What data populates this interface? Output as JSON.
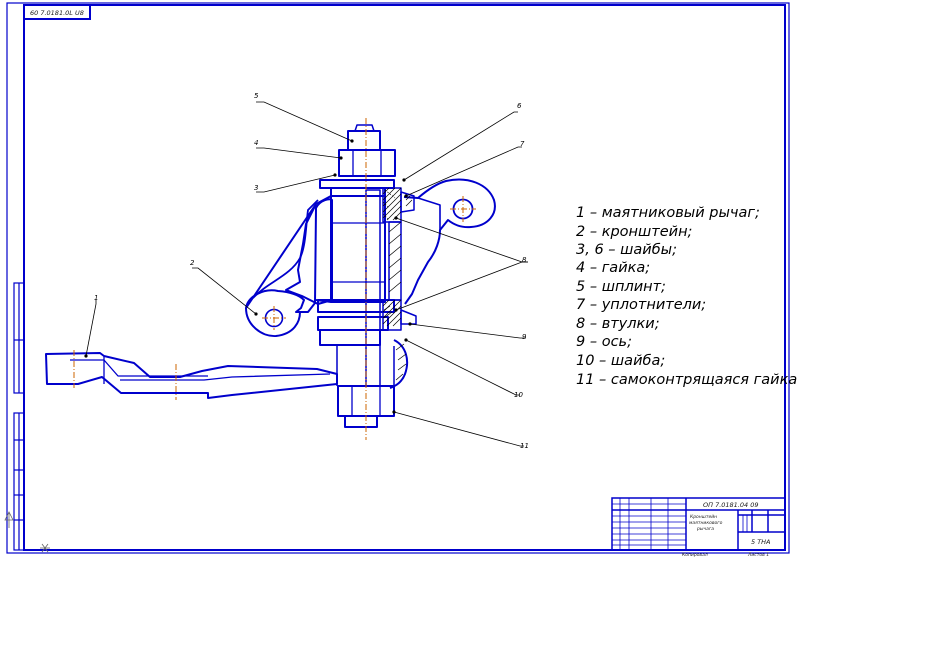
{
  "drawing": {
    "corner_code": "60 7.0181.0L U8",
    "part_list": [
      "1 – маятниковый рычаг;",
      "2 – кронштейн;",
      "3, 6 – шайбы;",
      "4 – гайка;",
      "5 – шплинт;",
      "7 – уплотнители;",
      "8 – втулки;",
      "9 – ось;",
      "10 – шайба;",
      "11 – самоконтрящаяся гайка"
    ],
    "callouts": {
      "c1": "1",
      "c2": "2",
      "c3": "3",
      "c4": "4",
      "c5": "5",
      "c6": "6",
      "c7": "7",
      "c8": "8",
      "c9": "9",
      "c10": "10",
      "c11": "11"
    },
    "title_block": {
      "doc_number": "ОП 7.0181.04 09",
      "title_line1": "Кронштейн",
      "title_line2": "маятникового",
      "title_line3": "рычага",
      "org": "5 ТНА",
      "sheet": "Листов 1",
      "format": "Копировал"
    },
    "colors": {
      "line": "#0000cc",
      "border": "#0000cc",
      "axis": "#cc6600",
      "hatch": "#000000"
    }
  }
}
